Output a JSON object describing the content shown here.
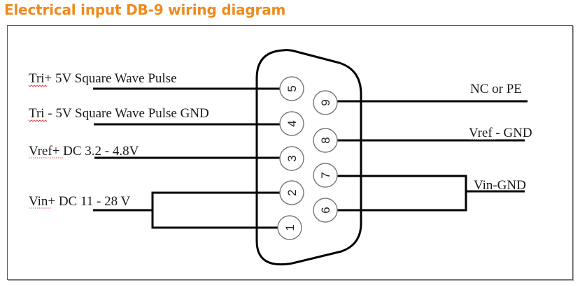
{
  "title": "Electrical input DB-9 wiring diagram",
  "colors": {
    "title": "#f08a1c",
    "wire": "#000000",
    "pin_outline": "#777777",
    "spellcheck": "#e04848"
  },
  "connector": {
    "type": "DB-9",
    "pins": [
      {
        "number": "1"
      },
      {
        "number": "2"
      },
      {
        "number": "3"
      },
      {
        "number": "4"
      },
      {
        "number": "5"
      },
      {
        "number": "6"
      },
      {
        "number": "7"
      },
      {
        "number": "8"
      },
      {
        "number": "9"
      }
    ]
  },
  "labels": {
    "tri_plus": "Tri+ 5V Square Wave Pulse",
    "tri_minus": "Tri - 5V Square Wave Pulse GND",
    "vref_plus": "Vref+ DC 3.2 - 4.8V",
    "vin_plus": "Vin+ DC 11 - 28 V",
    "nc_pe": "NC or PE",
    "vref_minus": "Vref - GND",
    "vin_gnd": "Vin-GND"
  },
  "connections": [
    {
      "label": "Tri+ 5V Square Wave Pulse",
      "pins": [
        "5"
      ]
    },
    {
      "label": "Tri - 5V Square Wave Pulse GND",
      "pins": [
        "4"
      ]
    },
    {
      "label": "Vref+ DC 3.2 - 4.8V",
      "pins": [
        "3"
      ]
    },
    {
      "label": "Vin+ DC 11 - 28 V",
      "pins": [
        "1",
        "2"
      ]
    },
    {
      "label": "NC or PE",
      "pins": [
        "9"
      ]
    },
    {
      "label": "Vref - GND",
      "pins": [
        "8"
      ]
    },
    {
      "label": "Vin-GND",
      "pins": [
        "6",
        "7"
      ]
    }
  ]
}
